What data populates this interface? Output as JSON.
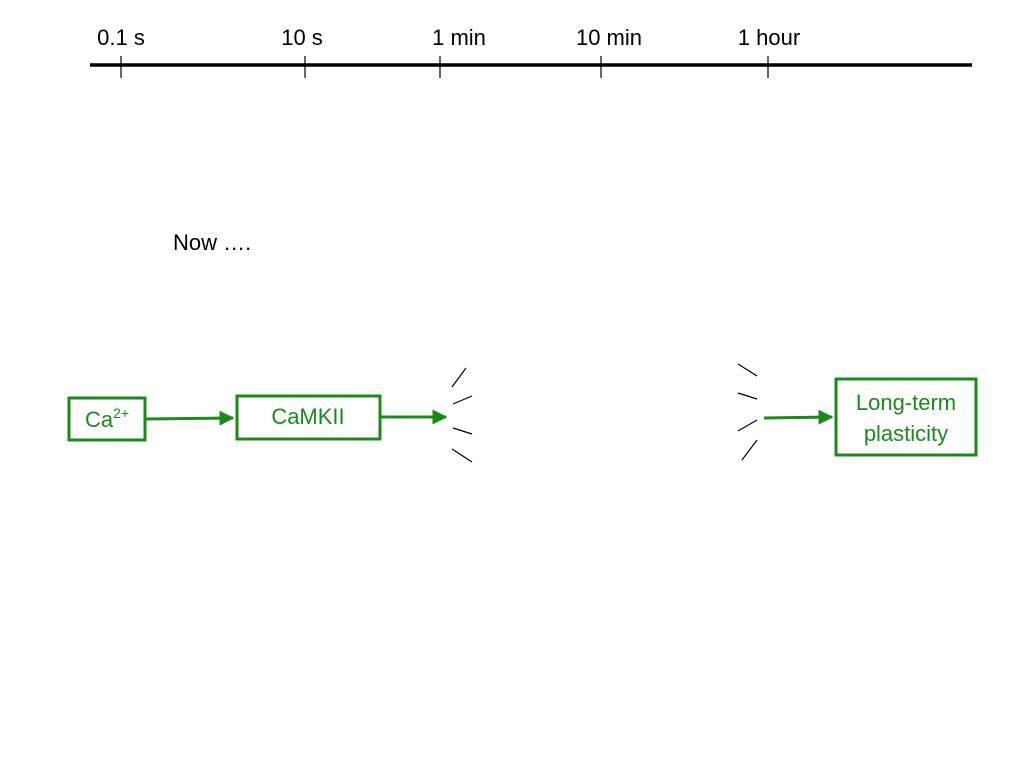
{
  "timeline": {
    "ticks": [
      "0.1 s",
      "10 s",
      "1 min",
      "10 min",
      "1 hour"
    ]
  },
  "caption": "Now ….",
  "nodes": {
    "calcium": {
      "base": "Ca",
      "superscript": "2+"
    },
    "camkii": {
      "label": "CaMKII"
    },
    "plasticity": {
      "line1": "Long-term",
      "line2": "plasticity"
    }
  },
  "colors": {
    "node": "#1b8a1b",
    "timeline": "#000000"
  }
}
